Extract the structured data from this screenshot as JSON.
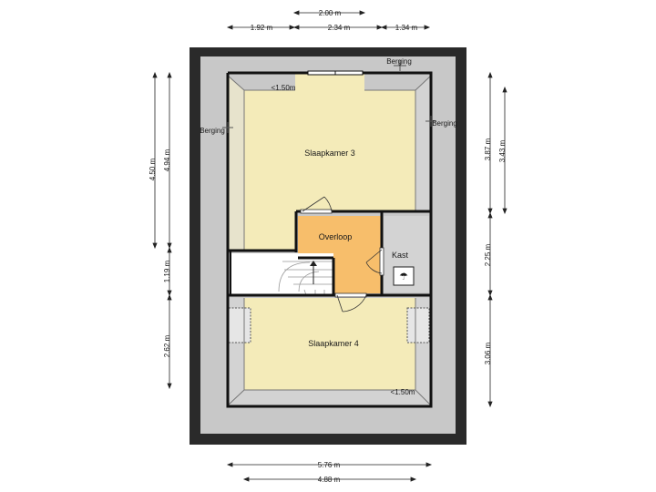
{
  "rooms": {
    "slaapkamer3": "Slaapkamer 3",
    "overloop": "Overloop",
    "kast": "Kast",
    "slaapkamer4": "Slaapkamer 4"
  },
  "labels": {
    "berging_top": "Berging",
    "berging_left": "Berging",
    "berging_right": "Berging",
    "low_height_top": "<1.50m",
    "low_height_bottom": "<1.50m"
  },
  "dimensions": {
    "top_overall": "2.00 m",
    "top_left": "1.92 m",
    "top_mid": "2.34 m",
    "top_right": "1.34 m",
    "left_outer": "4.50 m",
    "left_inner_upper": "4.94 m",
    "left_inner_mid": "1.19 m",
    "left_inner_lower": "2.62 m",
    "right_inner_upper": "3.87 m",
    "right_outer_upper": "3.43 m",
    "right_inner_mid": "2.25 m",
    "right_outer_lower": "3.06 m",
    "bottom_outer": "5.76 m",
    "bottom_inner": "4.88 m"
  },
  "colors": {
    "outer_frame": "#2a2a2a",
    "eaves": "#c8c8c8",
    "bedroom_fill": "#f4ebb9",
    "landing_fill": "#f7be6b",
    "storage_fill": "#d3d3d3",
    "walls": "#111111"
  }
}
